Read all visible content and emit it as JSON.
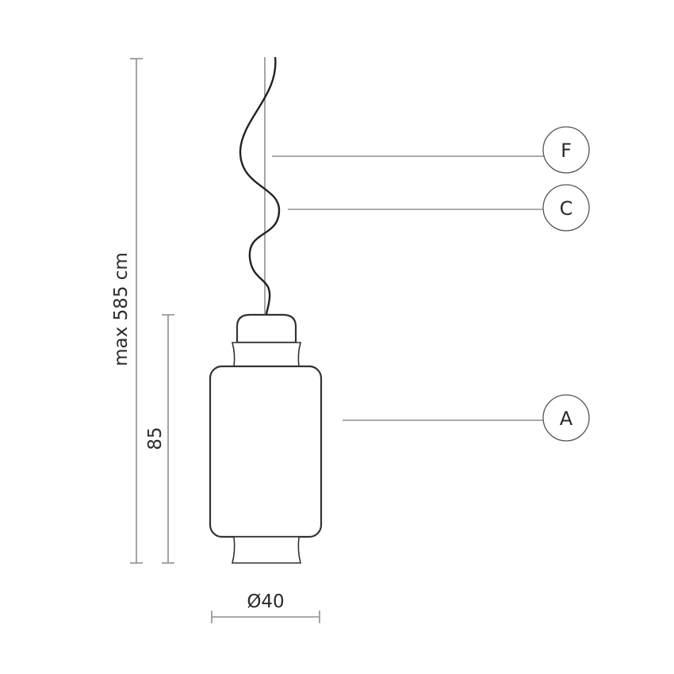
{
  "dimensions": {
    "total_height": "max 585 cm",
    "lamp_height": "85",
    "diameter": "Ø40"
  },
  "callouts": [
    {
      "label": "F"
    },
    {
      "label": "C"
    },
    {
      "label": "A"
    }
  ],
  "colors": {
    "outline": "#2b2b2b",
    "dimension": "#9a9a9a"
  }
}
